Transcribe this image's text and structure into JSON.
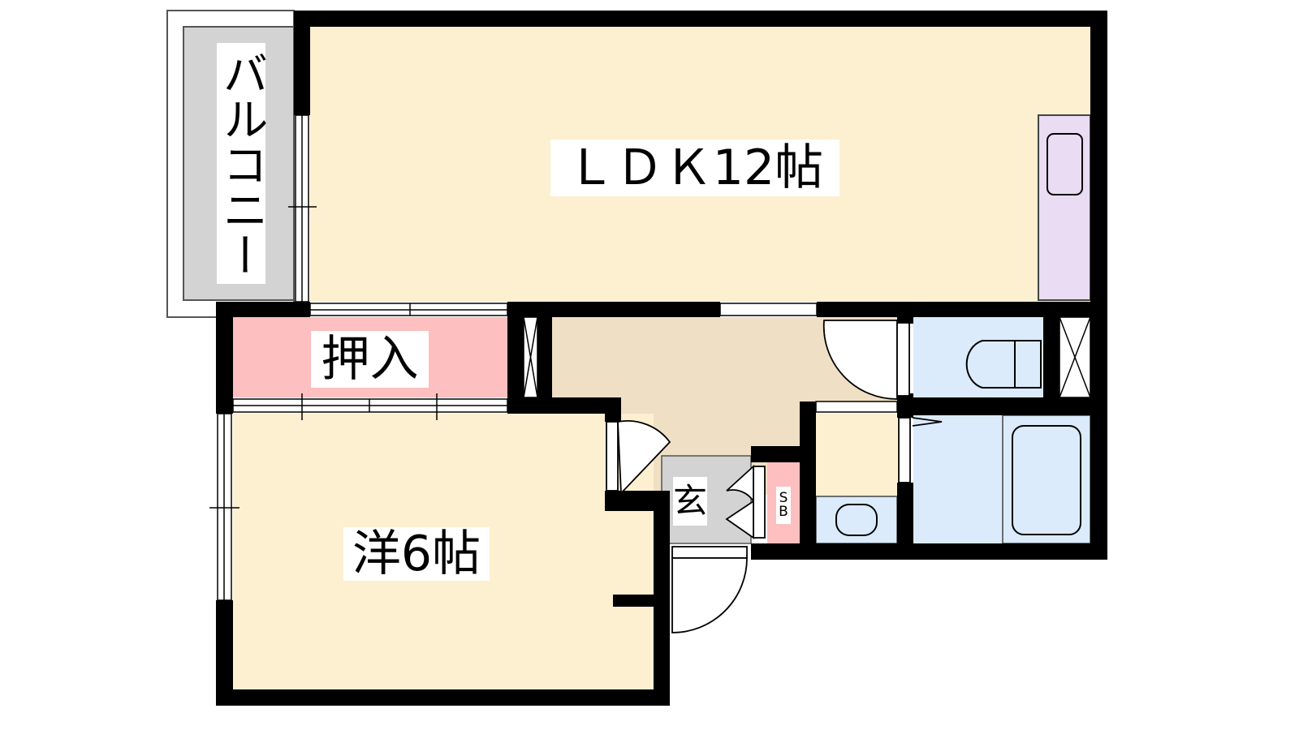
{
  "plan": {
    "rooms": {
      "ldk": "ＬＤＫ12帖",
      "western": "洋6帖",
      "closet": "押入",
      "balcony": "バルコニー",
      "entrance": "玄",
      "shoe_box": "SB"
    }
  },
  "colors": {
    "wall": "#000000",
    "room": "#fdf0d0",
    "hall": "#efdfc5",
    "closet": "#fdbfbf",
    "balcony": "#d3d3d3",
    "wet": "#dbebfb",
    "kitchen": "#e9dcf3"
  }
}
